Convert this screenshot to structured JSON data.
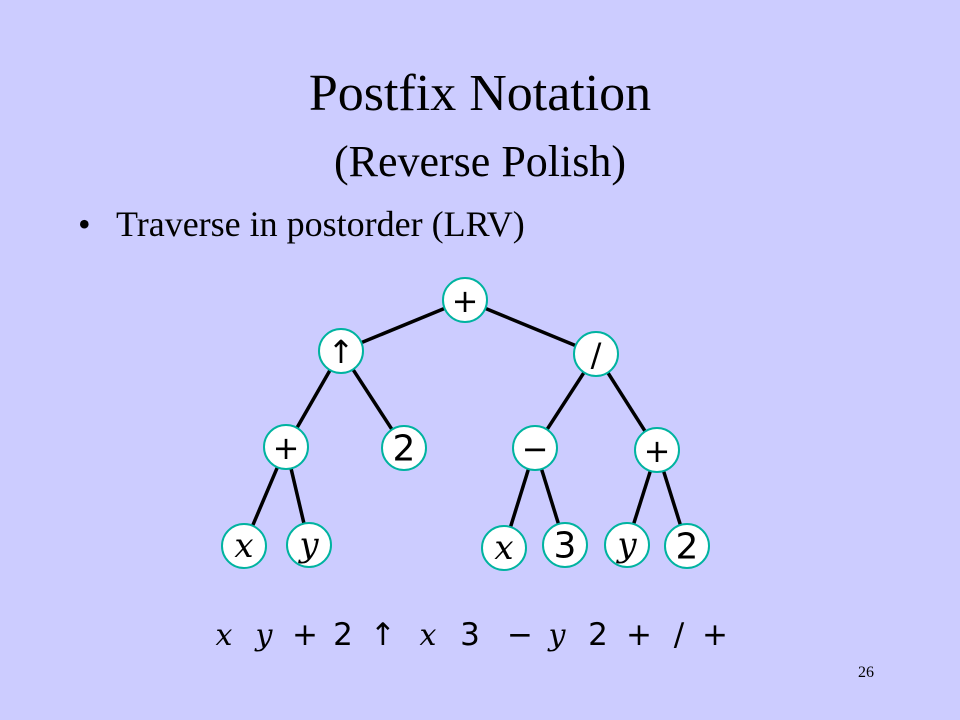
{
  "slide": {
    "title": "Postfix Notation",
    "subtitle": "(Reverse Polish)",
    "bullet_text": "Traverse in postorder (LRV)",
    "page_number": "26"
  },
  "colors": {
    "background": "#CCCCFF",
    "node_fill": "#FFFFFF",
    "node_stroke": "#00B3A0",
    "edge": "#000000"
  },
  "tree": {
    "nodes": [
      {
        "id": "root",
        "label": "+",
        "style": "op"
      },
      {
        "id": "exp",
        "label": "↑",
        "style": "op"
      },
      {
        "id": "div",
        "label": "/",
        "style": "op"
      },
      {
        "id": "plus1",
        "label": "+",
        "style": "op"
      },
      {
        "id": "two1",
        "label": "2",
        "style": "num"
      },
      {
        "id": "minus",
        "label": "−",
        "style": "op"
      },
      {
        "id": "plus2",
        "label": "+",
        "style": "op"
      },
      {
        "id": "x1",
        "label": "x",
        "style": "var"
      },
      {
        "id": "y1",
        "label": "y",
        "style": "var"
      },
      {
        "id": "x2",
        "label": "x",
        "style": "var"
      },
      {
        "id": "three",
        "label": "3",
        "style": "num"
      },
      {
        "id": "y2",
        "label": "y",
        "style": "var"
      },
      {
        "id": "two2",
        "label": "2",
        "style": "num"
      }
    ],
    "edges": [
      [
        "root",
        "exp"
      ],
      [
        "root",
        "div"
      ],
      [
        "exp",
        "plus1"
      ],
      [
        "exp",
        "two1"
      ],
      [
        "div",
        "minus"
      ],
      [
        "div",
        "plus2"
      ],
      [
        "plus1",
        "x1"
      ],
      [
        "plus1",
        "y1"
      ],
      [
        "minus",
        "x2"
      ],
      [
        "minus",
        "three"
      ],
      [
        "plus2",
        "y2"
      ],
      [
        "plus2",
        "two2"
      ]
    ]
  },
  "postfix_sequence": [
    {
      "text": "x",
      "style": "var"
    },
    {
      "text": "y",
      "style": "var"
    },
    {
      "text": "+",
      "style": "op"
    },
    {
      "text": "2",
      "style": "num"
    },
    {
      "text": "↑",
      "style": "op"
    },
    {
      "text": "x",
      "style": "var"
    },
    {
      "text": "3",
      "style": "num"
    },
    {
      "text": "−",
      "style": "op"
    },
    {
      "text": "y",
      "style": "var"
    },
    {
      "text": "2",
      "style": "num"
    },
    {
      "text": "+",
      "style": "op"
    },
    {
      "text": "/",
      "style": "op"
    },
    {
      "text": "+",
      "style": "op"
    }
  ]
}
